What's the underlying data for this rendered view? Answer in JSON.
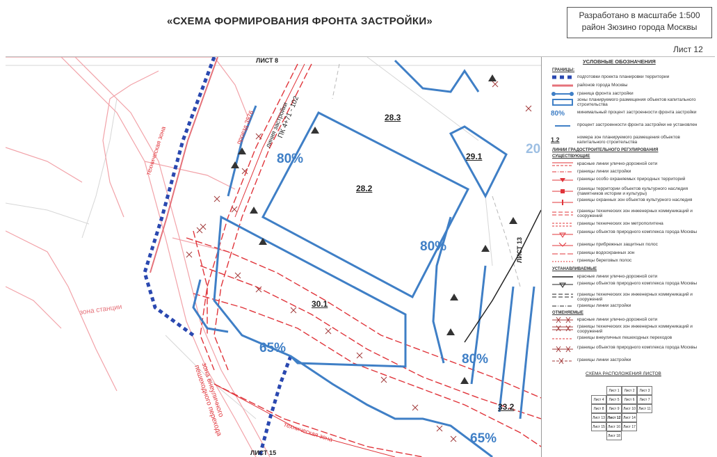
{
  "title": "«СХЕМА ФОРМИРОВАНИЯ ФРОНТА ЗАСТРОЙКИ»",
  "scale_box": {
    "line1": "Разработано в масштабе 1:500",
    "line2": "район Зюзино города Москвы"
  },
  "sheet_number": "Лист 12",
  "map_labels": {
    "sheet_top": "ЛИСТ 8",
    "sheet_bottom": "ЛИСТ 15",
    "sheet_right": "ЛИСТ 13",
    "zone_28_3": "28.3",
    "zone_28_2": "28.2",
    "zone_29_1": "29.1",
    "zone_30_1": "30.1",
    "zone_33_2": "33.2",
    "pct_80_a": "80%",
    "pct_80_b": "80%",
    "pct_80_c": "80%",
    "pct_65_a": "65%",
    "pct_65_b": "65%",
    "pct_20_partial": "20",
    "road_proezd": "проезд 3576",
    "road_tech_zone": "линия застройки",
    "tech_zone_left": "техническая зона",
    "pk_label": "ПК 4+71 - 102",
    "build_line": "линия застройки",
    "zone_station": "зона станции",
    "zone_underground": "зона внеуличного пешеходного перехода",
    "tech_zone_bottom": "техническая зона"
  },
  "legend": {
    "title": "УСЛОВНЫЕ ОБОЗНАЧЕНИЯ",
    "section_borders": "ГРАНИЦЫ:",
    "items_a": [
      "подготовки проекта планировки территории",
      "районов города Москвы",
      "граница фронта застройки",
      "зоны планируемого размещения объектов капитального строительства",
      "минимальный процент застроенности фронта застройки",
      "процент застроенности фронта застройки не установлен",
      "номера зон планируемого размещения объектов капитального строительства"
    ],
    "pct_symbol": "80%",
    "num_symbol": "1.2",
    "section_reg": "ЛИНИИ ГРАДОСТРОИТЕЛЬНОГО РЕГУЛИРОВАНИЯ",
    "section_existing": "СУЩЕСТВУЮЩИЕ",
    "items_existing": [
      "красные линии улично-дорожной сети",
      "границы линии застройки",
      "границы особо охраняемых природных территорий",
      "границы территории объектов культурного наследия (памятников истории и культуры)",
      "границы охранных зон объектов культурного наследия",
      "границы технических зон инженерных коммуникаций и сооружений",
      "границы технических зон метрополитена",
      "границы объектов природного комплекса города Москвы",
      "границы прибрежных защитных полос",
      "границы водоохранных зон",
      "границы береговых полос"
    ],
    "section_set": "УСТАНАВЛИВАЕМЫЕ",
    "items_set": [
      "красные линии улично-дорожной сети",
      "границы объектов природного комплекса города Москвы",
      "границы технических зон инженерных коммуникаций и сооружений",
      "границы линии застройки"
    ],
    "section_cancel": "ОТМЕНЯЕМЫЕ",
    "items_cancel": [
      "красные линии улично-дорожной сети",
      "границы технических зон инженерных коммуникаций и сооружений",
      "границы внеуличных пешеходных переходов",
      "границы объектов природного комплекса города Москвы",
      "границы линии застройки"
    ],
    "sheet_scheme_title": "СХЕМА РАСПОЛОЖЕНИЯ ЛИСТОВ",
    "sheet_cells": [
      "Лист 1",
      "Лист 2",
      "Лист 3",
      "Лист 4",
      "Лист 5",
      "Лист 6",
      "Лист 7",
      "Лист 8",
      "Лист 9",
      "Лист 10",
      "Лист 11",
      "Лист 12",
      "Лист 13",
      "Лист 14",
      "Лист 15",
      "Лист 16",
      "Лист 17",
      "Лист 18"
    ]
  },
  "colors": {
    "blue_front": "#3f7fc6",
    "red_lines": "#e0343a",
    "pink_lines": "#f2a2a8",
    "dark_blue_dots": "#2a48b0",
    "gray_struct": "#c8c8c8"
  }
}
